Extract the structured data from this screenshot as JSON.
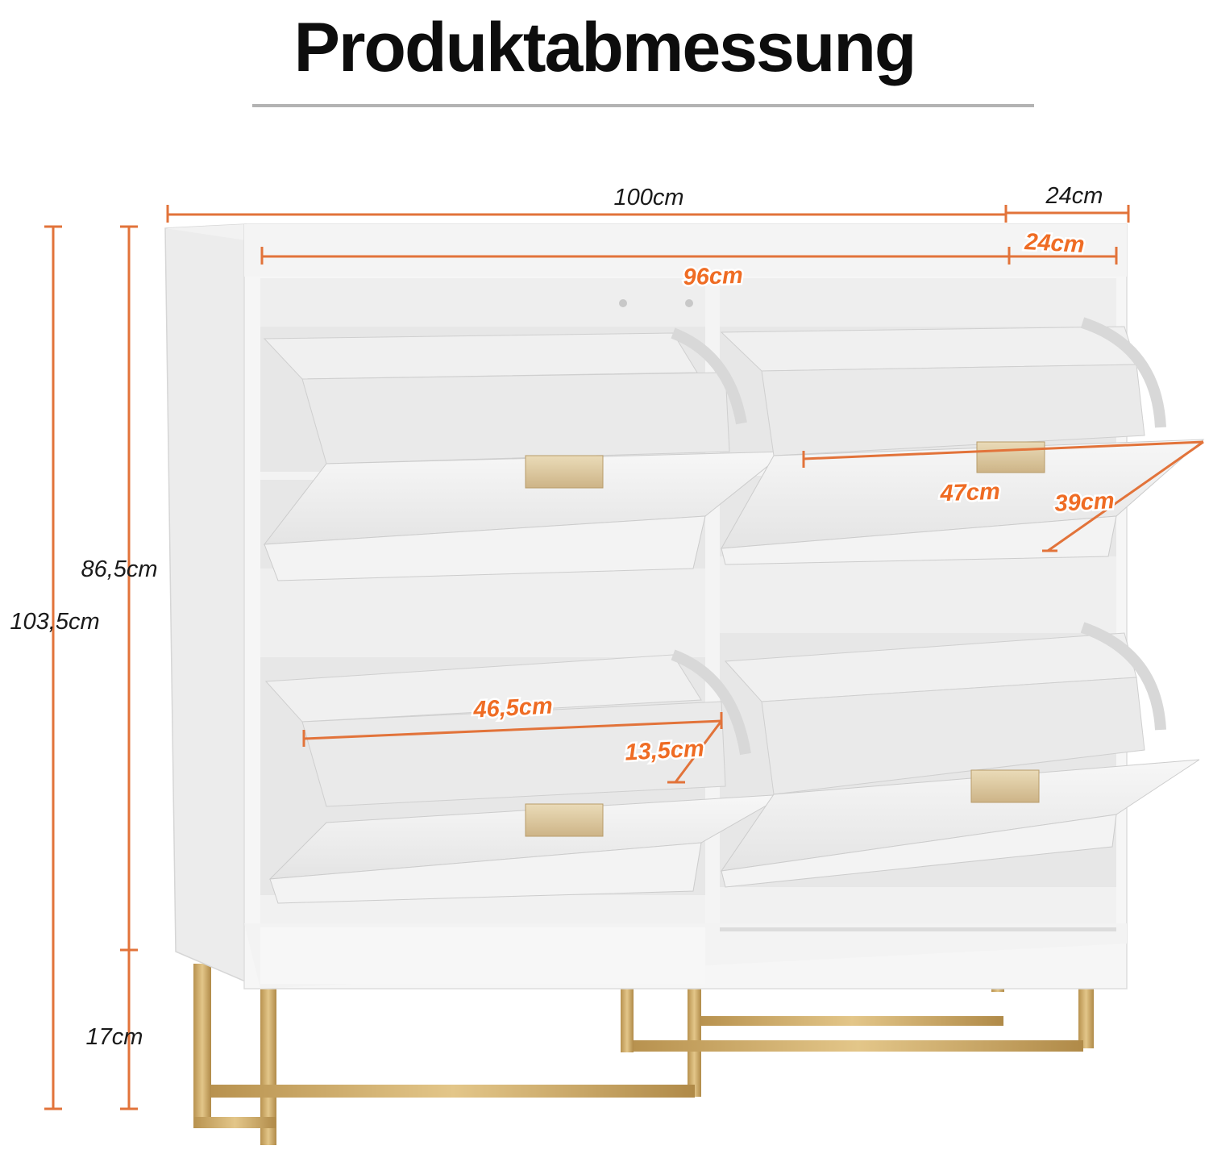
{
  "title": "Produktabmessung",
  "colors": {
    "dimension_line": "#e2733a",
    "dimension_text_orange": "#ef6c24",
    "cabinet_white": "#f4f4f4",
    "cabinet_shadow": "#e2e2e2",
    "handle_brass": "#d9c49a",
    "leg_gold": "#c9a463"
  },
  "dimensions": {
    "width_outer": "100cm",
    "depth_outer": "24cm",
    "depth_inner": "24cm",
    "width_inner": "96cm",
    "height_total": "103,5cm",
    "height_body": "86,5cm",
    "height_legs": "17cm",
    "flap_width_upper": "47cm",
    "flap_depth_upper": "39cm",
    "flap_width_lower": "46,5cm",
    "flap_depth_lower": "13,5cm"
  }
}
